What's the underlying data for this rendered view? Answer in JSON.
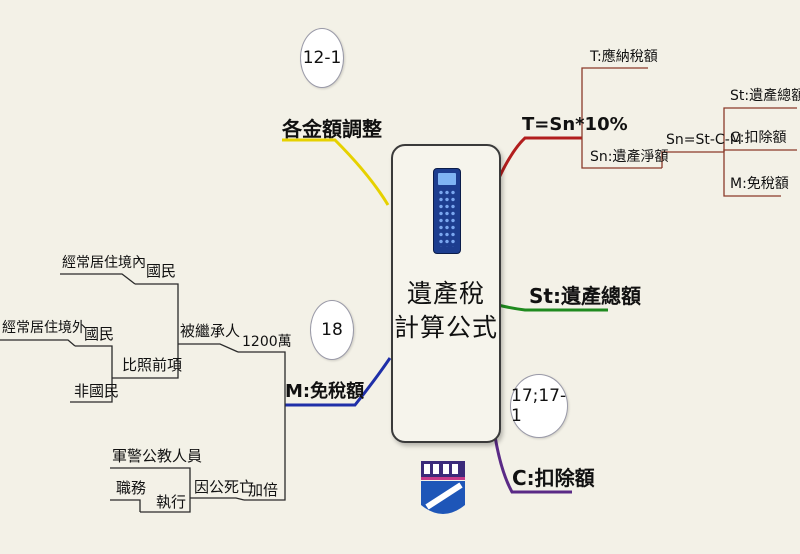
{
  "center": {
    "line1": "遺產稅",
    "line2": "計算公式",
    "icon": "calculator-icon"
  },
  "top_left": {
    "label": "各金額調整",
    "bubble": "12-1"
  },
  "formula": {
    "label": "T=Sn*10%",
    "tax": "T:應納稅額",
    "net": "Sn:遺產淨額",
    "net_formula": "Sn=St-C-M",
    "items": [
      "St:遺產總額",
      "C:扣除額",
      "M:免稅額"
    ]
  },
  "total": {
    "label": "St:遺產總額"
  },
  "deduction": {
    "label": "C:扣除額",
    "bubble": "17;17-1"
  },
  "exemption": {
    "label": "M:免稅額",
    "bubble": "18",
    "amount": "1200萬",
    "heir": "被繼承人",
    "national": "國民",
    "national_note": "經常居住境內",
    "compare": "比照前項",
    "compare_national": "國民",
    "compare_note": "經常居住境外",
    "non_national": "非國民",
    "double": "加倍",
    "death": "因公死亡",
    "staff": "軍警公教人員",
    "execute": "執行",
    "duty": "職務"
  },
  "colors": {
    "top_left": "#e6d100",
    "formula": "#b21e1e",
    "total": "#1f8a1f",
    "deduction": "#5a2a86",
    "exemption": "#1f2fa8",
    "underline": "#8b3a2a",
    "bubble_border": "#9a9aa8"
  },
  "logo": "mm-logo"
}
